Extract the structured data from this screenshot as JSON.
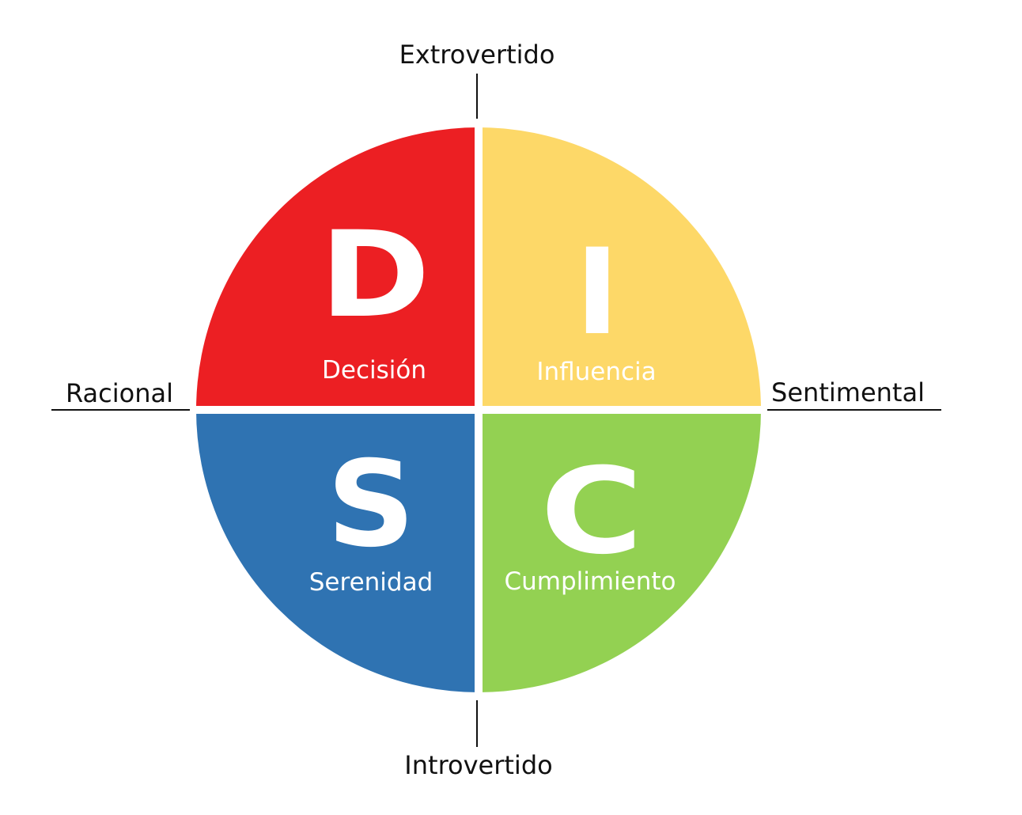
{
  "axes": {
    "top": "Extrovertido",
    "bottom": "Introvertido",
    "left": "Racional",
    "right": "Sentimental"
  },
  "quadrants": {
    "d": {
      "letter": "D",
      "label": "Decisión",
      "color": "#EC1F23"
    },
    "i": {
      "letter": "I",
      "label": "Influencia",
      "color": "#FDD868"
    },
    "s": {
      "letter": "S",
      "label": "Serenidad",
      "color": "#2F73B2"
    },
    "c": {
      "letter": "C",
      "label": "Cumplimiento",
      "color": "#93D152"
    }
  },
  "colors": {
    "background": "#FFFFFF",
    "axis_line": "#111111",
    "divider": "#FFFFFF",
    "text_on_quadrant": "#FFFFFF"
  }
}
